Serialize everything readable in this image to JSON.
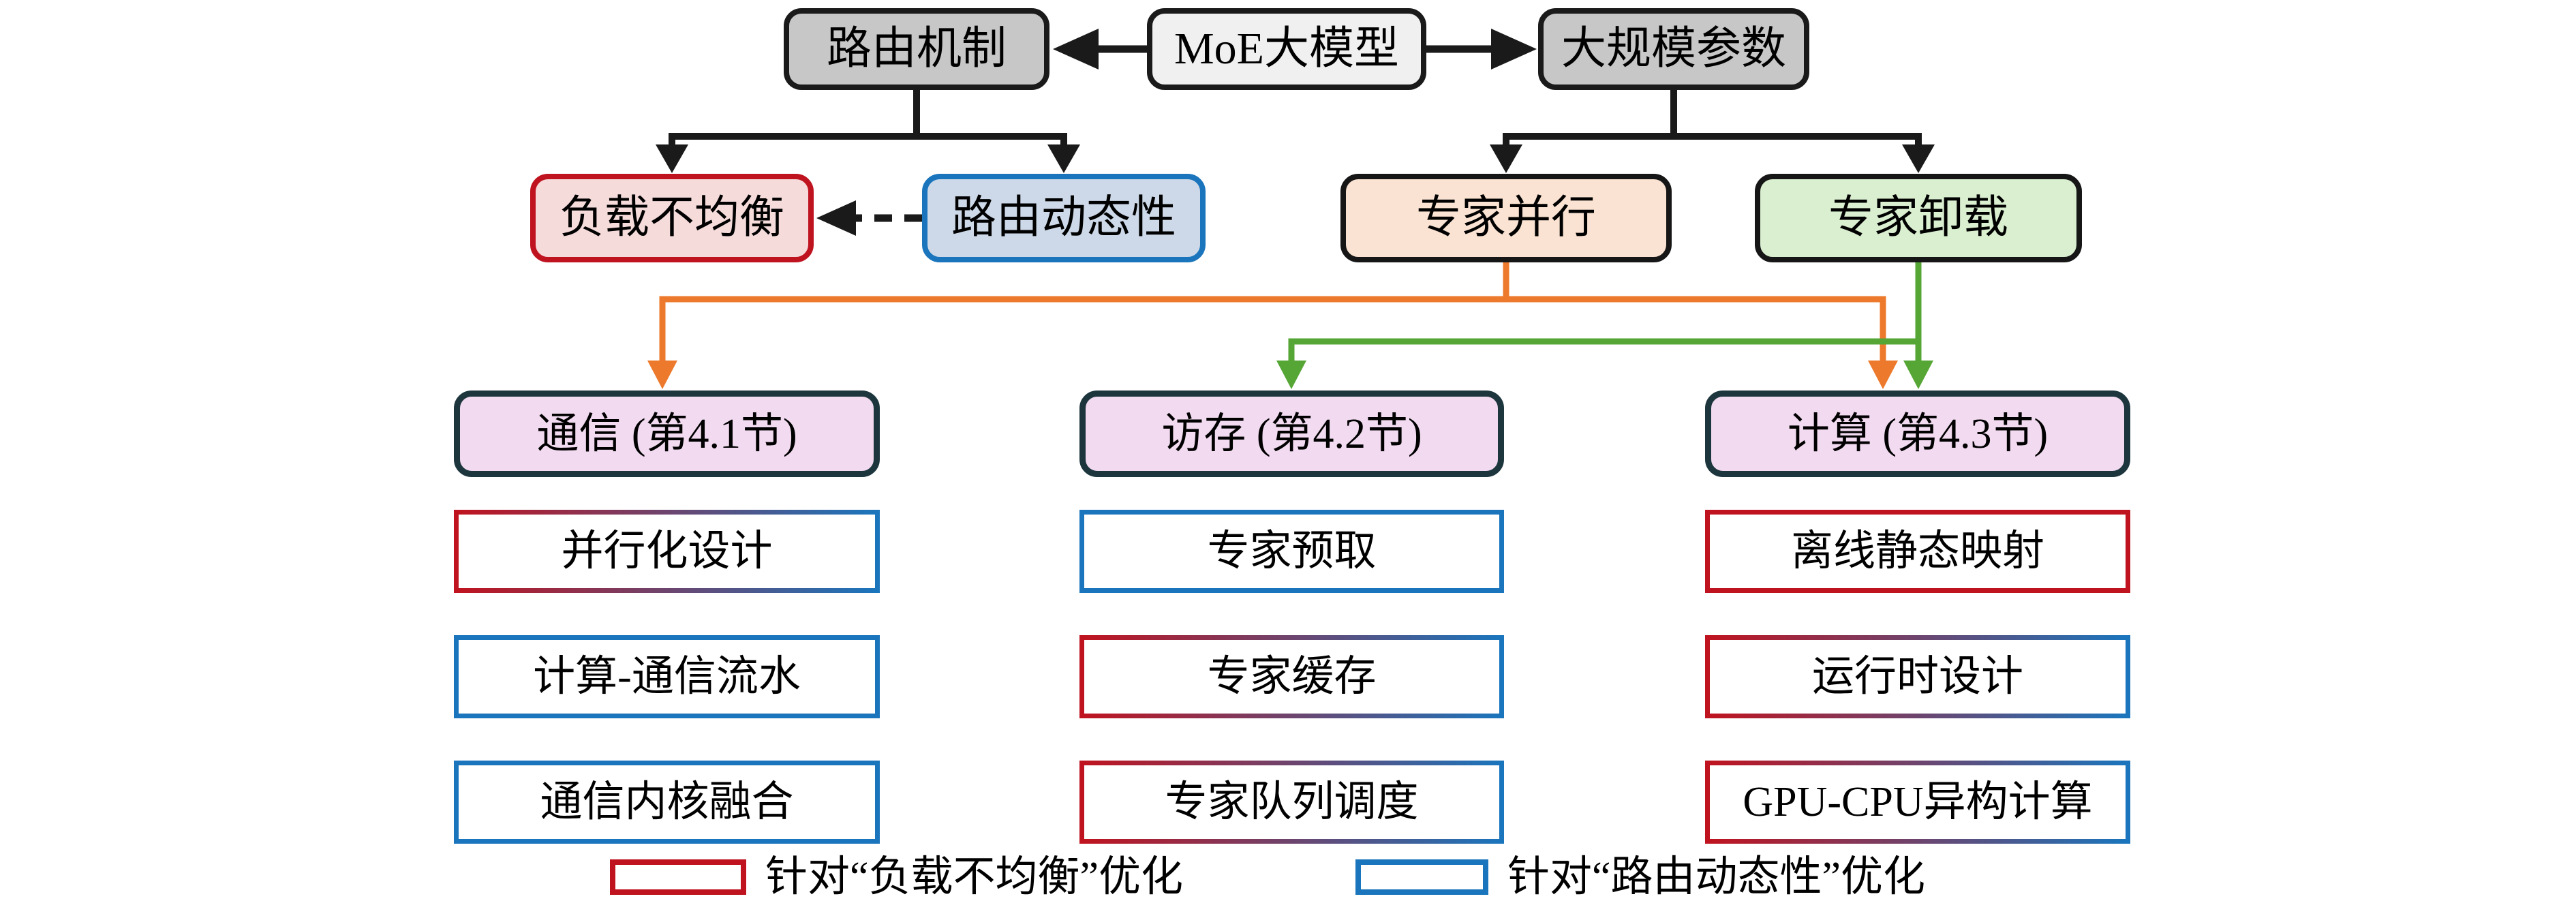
{
  "title": "MoE大模型优化技术分类图",
  "nodes": {
    "root": {
      "label": "MoE大模型"
    },
    "routing": {
      "label": "路由机制"
    },
    "params": {
      "label": "大规模参数"
    },
    "load_imbalance": {
      "label": "负载不均衡"
    },
    "routing_dynamics": {
      "label": "路由动态性"
    },
    "expert_parallel": {
      "label": "专家并行"
    },
    "expert_offload": {
      "label": "专家卸载"
    }
  },
  "columns": [
    {
      "header": "通信 (第4.1节)",
      "items": [
        {
          "label": "并行化设计",
          "border": "gradient"
        },
        {
          "label": "计算-通信流水",
          "border": "blue"
        },
        {
          "label": "通信内核融合",
          "border": "blue"
        }
      ]
    },
    {
      "header": "访存 (第4.2节)",
      "items": [
        {
          "label": "专家预取",
          "border": "blue"
        },
        {
          "label": "专家缓存",
          "border": "gradient"
        },
        {
          "label": "专家队列调度",
          "border": "gradient"
        }
      ]
    },
    {
      "header": "计算 (第4.3节)",
      "items": [
        {
          "label": "离线静态映射",
          "border": "red"
        },
        {
          "label": "运行时设计",
          "border": "gradient"
        },
        {
          "label": "GPU-CPU异构计算",
          "border": "gradient"
        }
      ]
    }
  ],
  "legend": [
    {
      "swatch": "red",
      "label": "针对“负载不均衡”优化"
    },
    {
      "swatch": "blue",
      "label": "针对“路由动态性”优化"
    }
  ],
  "colors": {
    "red_border": "#bf1420",
    "blue_border": "#1b75bc",
    "orange_line": "#ed7a2c",
    "green_line": "#56a636",
    "header_fill": "#f2daf0",
    "header_border": "#1d353d",
    "load_imbalance_fill": "#f6dbdb",
    "routing_dynamics_fill": "#cdd9e8",
    "expert_parallel_fill": "#fae3d2",
    "expert_offload_fill": "#d9efd0",
    "gray_fill": "#c7c7c7",
    "root_fill": "#f0f0f0"
  }
}
